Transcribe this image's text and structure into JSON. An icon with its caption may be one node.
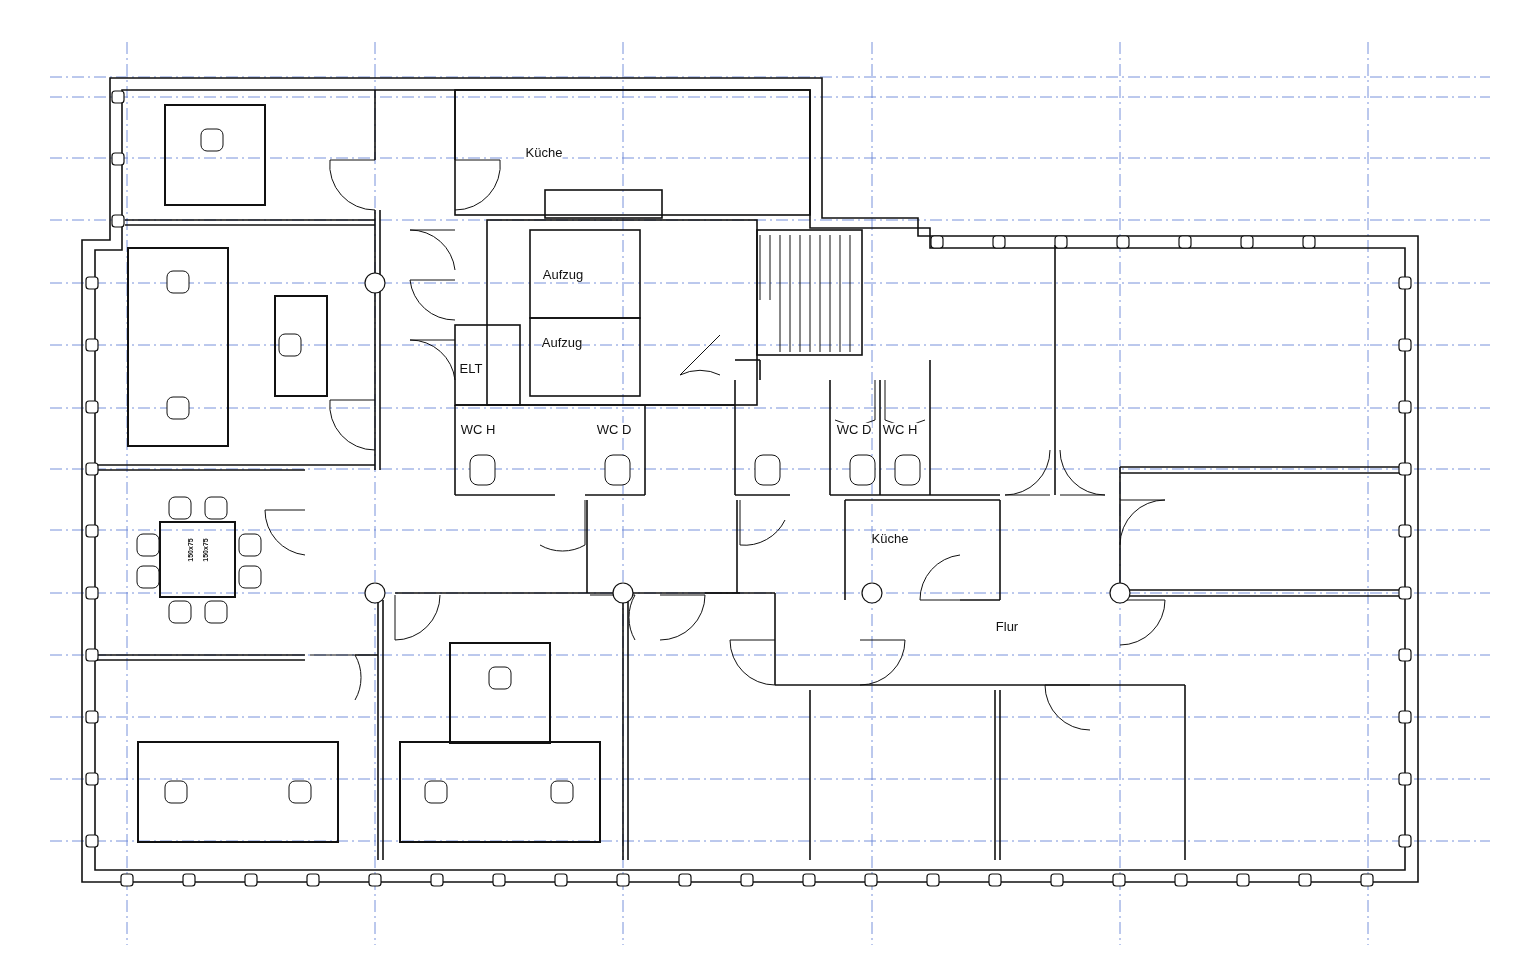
{
  "diagram": {
    "labels": [
      "Küche",
      "Aufzug",
      "Aufzug",
      "ELT",
      "WC H",
      "WC D",
      "WC D",
      "WC H",
      "Küche",
      "Flur",
      "150x75",
      "150x75"
    ]
  }
}
